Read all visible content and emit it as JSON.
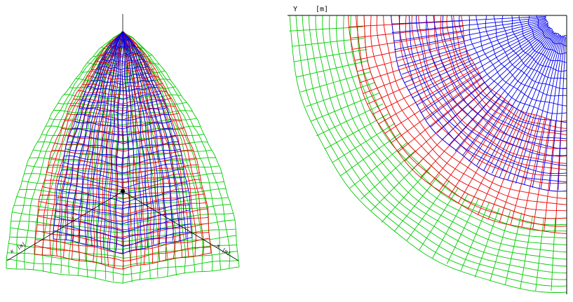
{
  "left_view": {
    "axis_labels": {
      "x_left": "x",
      "x_left_unit": "[m]",
      "x_right": "x",
      "x_right_unit": "[m]"
    }
  },
  "right_view": {
    "axis_label": "Y",
    "axis_unit": "[m]"
  },
  "colors": {
    "mesh_outer": "#00cc00",
    "mesh_middle": "#ee0000",
    "mesh_inner": "#0000ee",
    "axis": "#000000"
  }
}
